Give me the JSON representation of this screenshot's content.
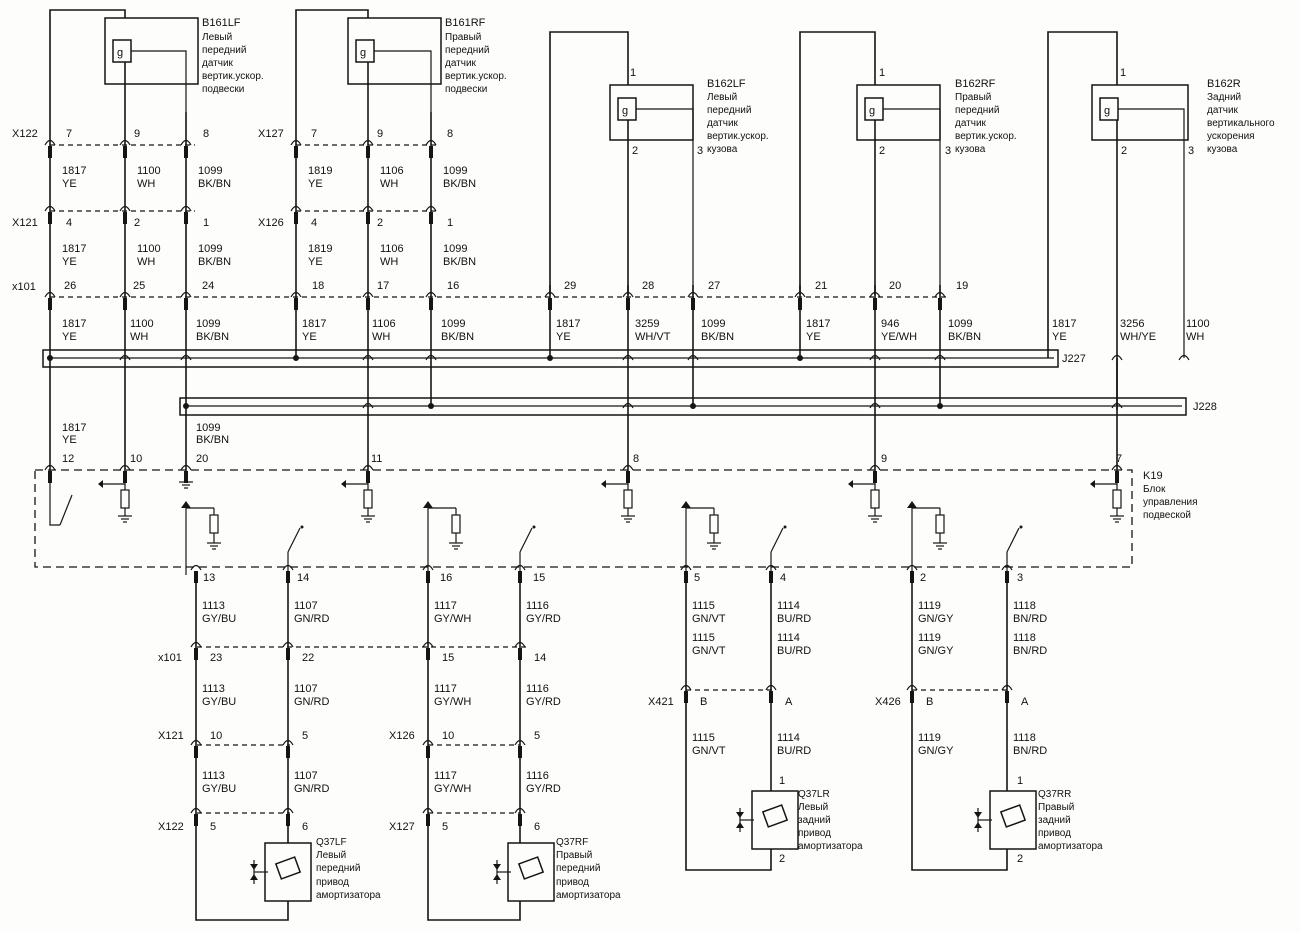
{
  "sensors": {
    "B161LF": {
      "code": "B161LF",
      "l1": "Левый",
      "l2": "передний",
      "l3": "датчик",
      "l4": "вертик.ускор.",
      "l5": "подвески",
      "pins": [
        "7",
        "9",
        "8"
      ],
      "icon": "g"
    },
    "B161RF": {
      "code": "B161RF",
      "l1": "Правый",
      "l2": "передний",
      "l3": "датчик",
      "l4": "вертик.ускор.",
      "l5": "подвески",
      "pins": [
        "7",
        "9",
        "8"
      ],
      "icon": "g"
    },
    "B162LF": {
      "code": "B162LF",
      "l1": "Левый",
      "l2": "передний",
      "l3": "датчик",
      "l4": "вертик.ускор.",
      "l5": "кузова",
      "pins": [
        "1",
        "2",
        "3"
      ],
      "icon": "g"
    },
    "B162RF": {
      "code": "B162RF",
      "l1": "Правый",
      "l2": "передний",
      "l3": "датчик",
      "l4": "вертик.ускор.",
      "l5": "кузова",
      "pins": [
        "1",
        "2",
        "3"
      ],
      "icon": "g"
    },
    "B162R": {
      "code": "B162R",
      "l1": "Задний",
      "l2": "датчик",
      "l3": "вертикального",
      "l4": "ускорения",
      "l5": "кузова",
      "pins": [
        "1",
        "2",
        "3"
      ],
      "icon": "g"
    }
  },
  "connectors": {
    "X122": "X122",
    "X127": "X127",
    "X121": "X121",
    "X126": "X126",
    "x101": "x101",
    "x101b": "x101",
    "X121b": "X121",
    "X126b": "X126",
    "X122b": "X122",
    "X127b": "X127",
    "X421": "X421",
    "X426": "X426"
  },
  "splices": {
    "J227": "J227",
    "J228": "J228"
  },
  "module": {
    "code": "K19",
    "l1": "Блок",
    "l2": "управления",
    "l3": "подвеской"
  },
  "pins": {
    "x122_1": "7",
    "x122_2": "9",
    "x122_3": "8",
    "x127_1": "7",
    "x127_2": "9",
    "x127_3": "8",
    "x121_1": "4",
    "x121_2": "2",
    "x121_3": "1",
    "x126_1": "4",
    "x126_2": "2",
    "x126_3": "1",
    "x101": [
      "26",
      "25",
      "24",
      "18",
      "17",
      "16",
      "29",
      "28",
      "27",
      "21",
      "20",
      "19"
    ],
    "k19_top": [
      "12",
      "10",
      "20",
      "11",
      "8",
      "9",
      "7"
    ],
    "k19_bot": [
      "13",
      "14",
      "16",
      "15",
      "5",
      "4",
      "2",
      "3"
    ],
    "x101b": [
      "23",
      "22",
      "15",
      "14"
    ],
    "x121b": [
      "10",
      "5"
    ],
    "x126b": [
      "10",
      "5"
    ],
    "x122b": [
      "5",
      "6"
    ],
    "x127b": [
      "5",
      "6"
    ],
    "x421": [
      "B",
      "A"
    ],
    "x426": [
      "B",
      "A"
    ],
    "q37lr": [
      "1",
      "2"
    ],
    "q37rr": [
      "1",
      "2"
    ]
  },
  "wires": {
    "s1": [
      [
        "1817",
        "YE"
      ],
      [
        "1100",
        "WH"
      ],
      [
        "1099",
        "BK/BN"
      ],
      [
        "1819",
        "YE"
      ],
      [
        "1106",
        "WH"
      ],
      [
        "1099",
        "BK/BN"
      ]
    ],
    "s2": [
      [
        "1817",
        "YE"
      ],
      [
        "1100",
        "WH"
      ],
      [
        "1099",
        "BK/BN"
      ],
      [
        "1819",
        "YE"
      ],
      [
        "1106",
        "WH"
      ],
      [
        "1099",
        "BK/BN"
      ]
    ],
    "s3": [
      [
        "1817",
        "YE"
      ],
      [
        "1100",
        "WH"
      ],
      [
        "1099",
        "BK/BN"
      ],
      [
        "1817",
        "YE"
      ],
      [
        "1106",
        "WH"
      ],
      [
        "1099",
        "BK/BN"
      ],
      [
        "1817",
        "YE"
      ],
      [
        "3259",
        "WH/VT"
      ],
      [
        "1099",
        "BK/BN"
      ],
      [
        "1817",
        "YE"
      ],
      [
        "946",
        "YE/WH"
      ],
      [
        "1099",
        "BK/BN"
      ],
      [
        "1817",
        "YE"
      ],
      [
        "3256",
        "WH/YE"
      ],
      [
        "1100",
        "WH"
      ]
    ],
    "s4": [
      [
        "1817",
        "YE"
      ],
      [
        "1099",
        "BK/BN"
      ]
    ],
    "b1": [
      [
        "1113",
        "GY/BU"
      ],
      [
        "1107",
        "GN/RD"
      ],
      [
        "1117",
        "GY/WH"
      ],
      [
        "1116",
        "GY/RD"
      ],
      [
        "1115",
        "GN/VT"
      ],
      [
        "1114",
        "BU/RD"
      ],
      [
        "1119",
        "GN/GY"
      ],
      [
        "1118",
        "BN/RD"
      ]
    ],
    "b2": [
      [
        "1113",
        "GY/BU"
      ],
      [
        "1107",
        "GN/RD"
      ],
      [
        "1117",
        "GY/WH"
      ],
      [
        "1116",
        "GY/RD"
      ],
      [
        "1115",
        "GN/VT"
      ],
      [
        "1114",
        "BU/RD"
      ],
      [
        "1119",
        "GN/GY"
      ],
      [
        "1118",
        "BN/RD"
      ]
    ],
    "b3": [
      [
        "1113",
        "GY/BU"
      ],
      [
        "1107",
        "GN/RD"
      ],
      [
        "1117",
        "GY/WH"
      ],
      [
        "1116",
        "GY/RD"
      ]
    ]
  },
  "actuators": {
    "Q37LF": {
      "code": "Q37LF",
      "l1": "Левый",
      "l2": "передний",
      "l3": "привод",
      "l4": "амортизатора"
    },
    "Q37RF": {
      "code": "Q37RF",
      "l1": "Правый",
      "l2": "передний",
      "l3": "привод",
      "l4": "амортизатора"
    },
    "Q37LR": {
      "code": "Q37LR",
      "l1": "Левый",
      "l2": "задний",
      "l3": "привод",
      "l4": "амортизатора"
    },
    "Q37RR": {
      "code": "Q37RR",
      "l1": "Правый",
      "l2": "задний",
      "l3": "привод",
      "l4": "амортизатора"
    }
  }
}
